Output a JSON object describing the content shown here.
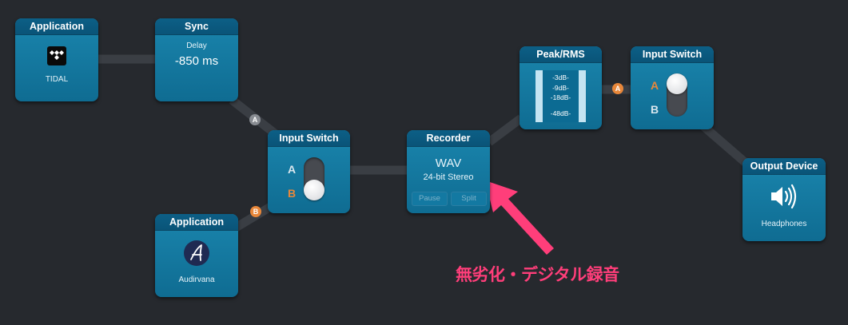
{
  "theme": {
    "accent_a": "#888c92",
    "accent_b": "#e8873a",
    "annotation_color": "#ff3e7a"
  },
  "nodes": {
    "app_tidal": {
      "title": "Application",
      "caption": "TIDAL",
      "icon": "tidal-logo-icon"
    },
    "sync": {
      "title": "Sync",
      "label": "Delay",
      "value": "-850 ms"
    },
    "app_audirvana": {
      "title": "Application",
      "caption": "Audirvana",
      "icon": "audirvana-logo-icon"
    },
    "input_switch_1": {
      "title": "Input Switch",
      "label_a": "A",
      "label_b": "B",
      "selected": "B"
    },
    "recorder": {
      "title": "Recorder",
      "format": "WAV",
      "detail": "24-bit Stereo",
      "pause_label": "Pause",
      "split_label": "Split"
    },
    "peak_rms": {
      "title": "Peak/RMS",
      "scale": [
        "-3dB-",
        "-9dB-",
        "-18dB-",
        "-48dB-"
      ]
    },
    "input_switch_2": {
      "title": "Input Switch",
      "label_a": "A",
      "label_b": "B",
      "selected": "A"
    },
    "output_device": {
      "title": "Output Device",
      "caption": "Headphones",
      "icon": "speaker-icon"
    }
  },
  "port_badges": {
    "sync_to_switch1": "A",
    "audirvana_to_switch1": "B",
    "meter_to_switch2": "A"
  },
  "annotation": {
    "text": "無劣化・デジタル録音",
    "icon": "arrow-icon"
  }
}
